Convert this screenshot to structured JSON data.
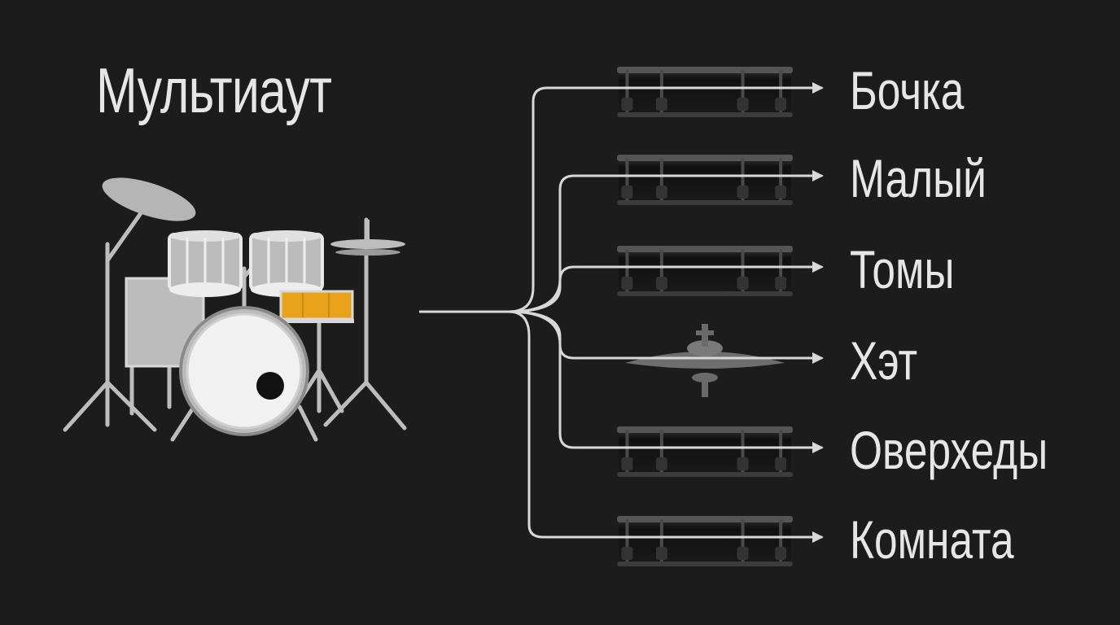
{
  "title": "Мультиаут",
  "outputs": [
    {
      "label": "Бочка",
      "icon": "drum-shell-icon"
    },
    {
      "label": "Малый",
      "icon": "drum-shell-icon"
    },
    {
      "label": "Томы",
      "icon": "drum-shell-icon"
    },
    {
      "label": "Хэт",
      "icon": "hihat-cymbal-icon"
    },
    {
      "label": "Оверхеды",
      "icon": "drum-shell-icon"
    },
    {
      "label": "Комната",
      "icon": "drum-shell-icon"
    }
  ],
  "colors": {
    "background": "#1c1c1c",
    "line": "#d8d8d8",
    "text": "#e6e6e6",
    "accent": "#e8a21c"
  }
}
